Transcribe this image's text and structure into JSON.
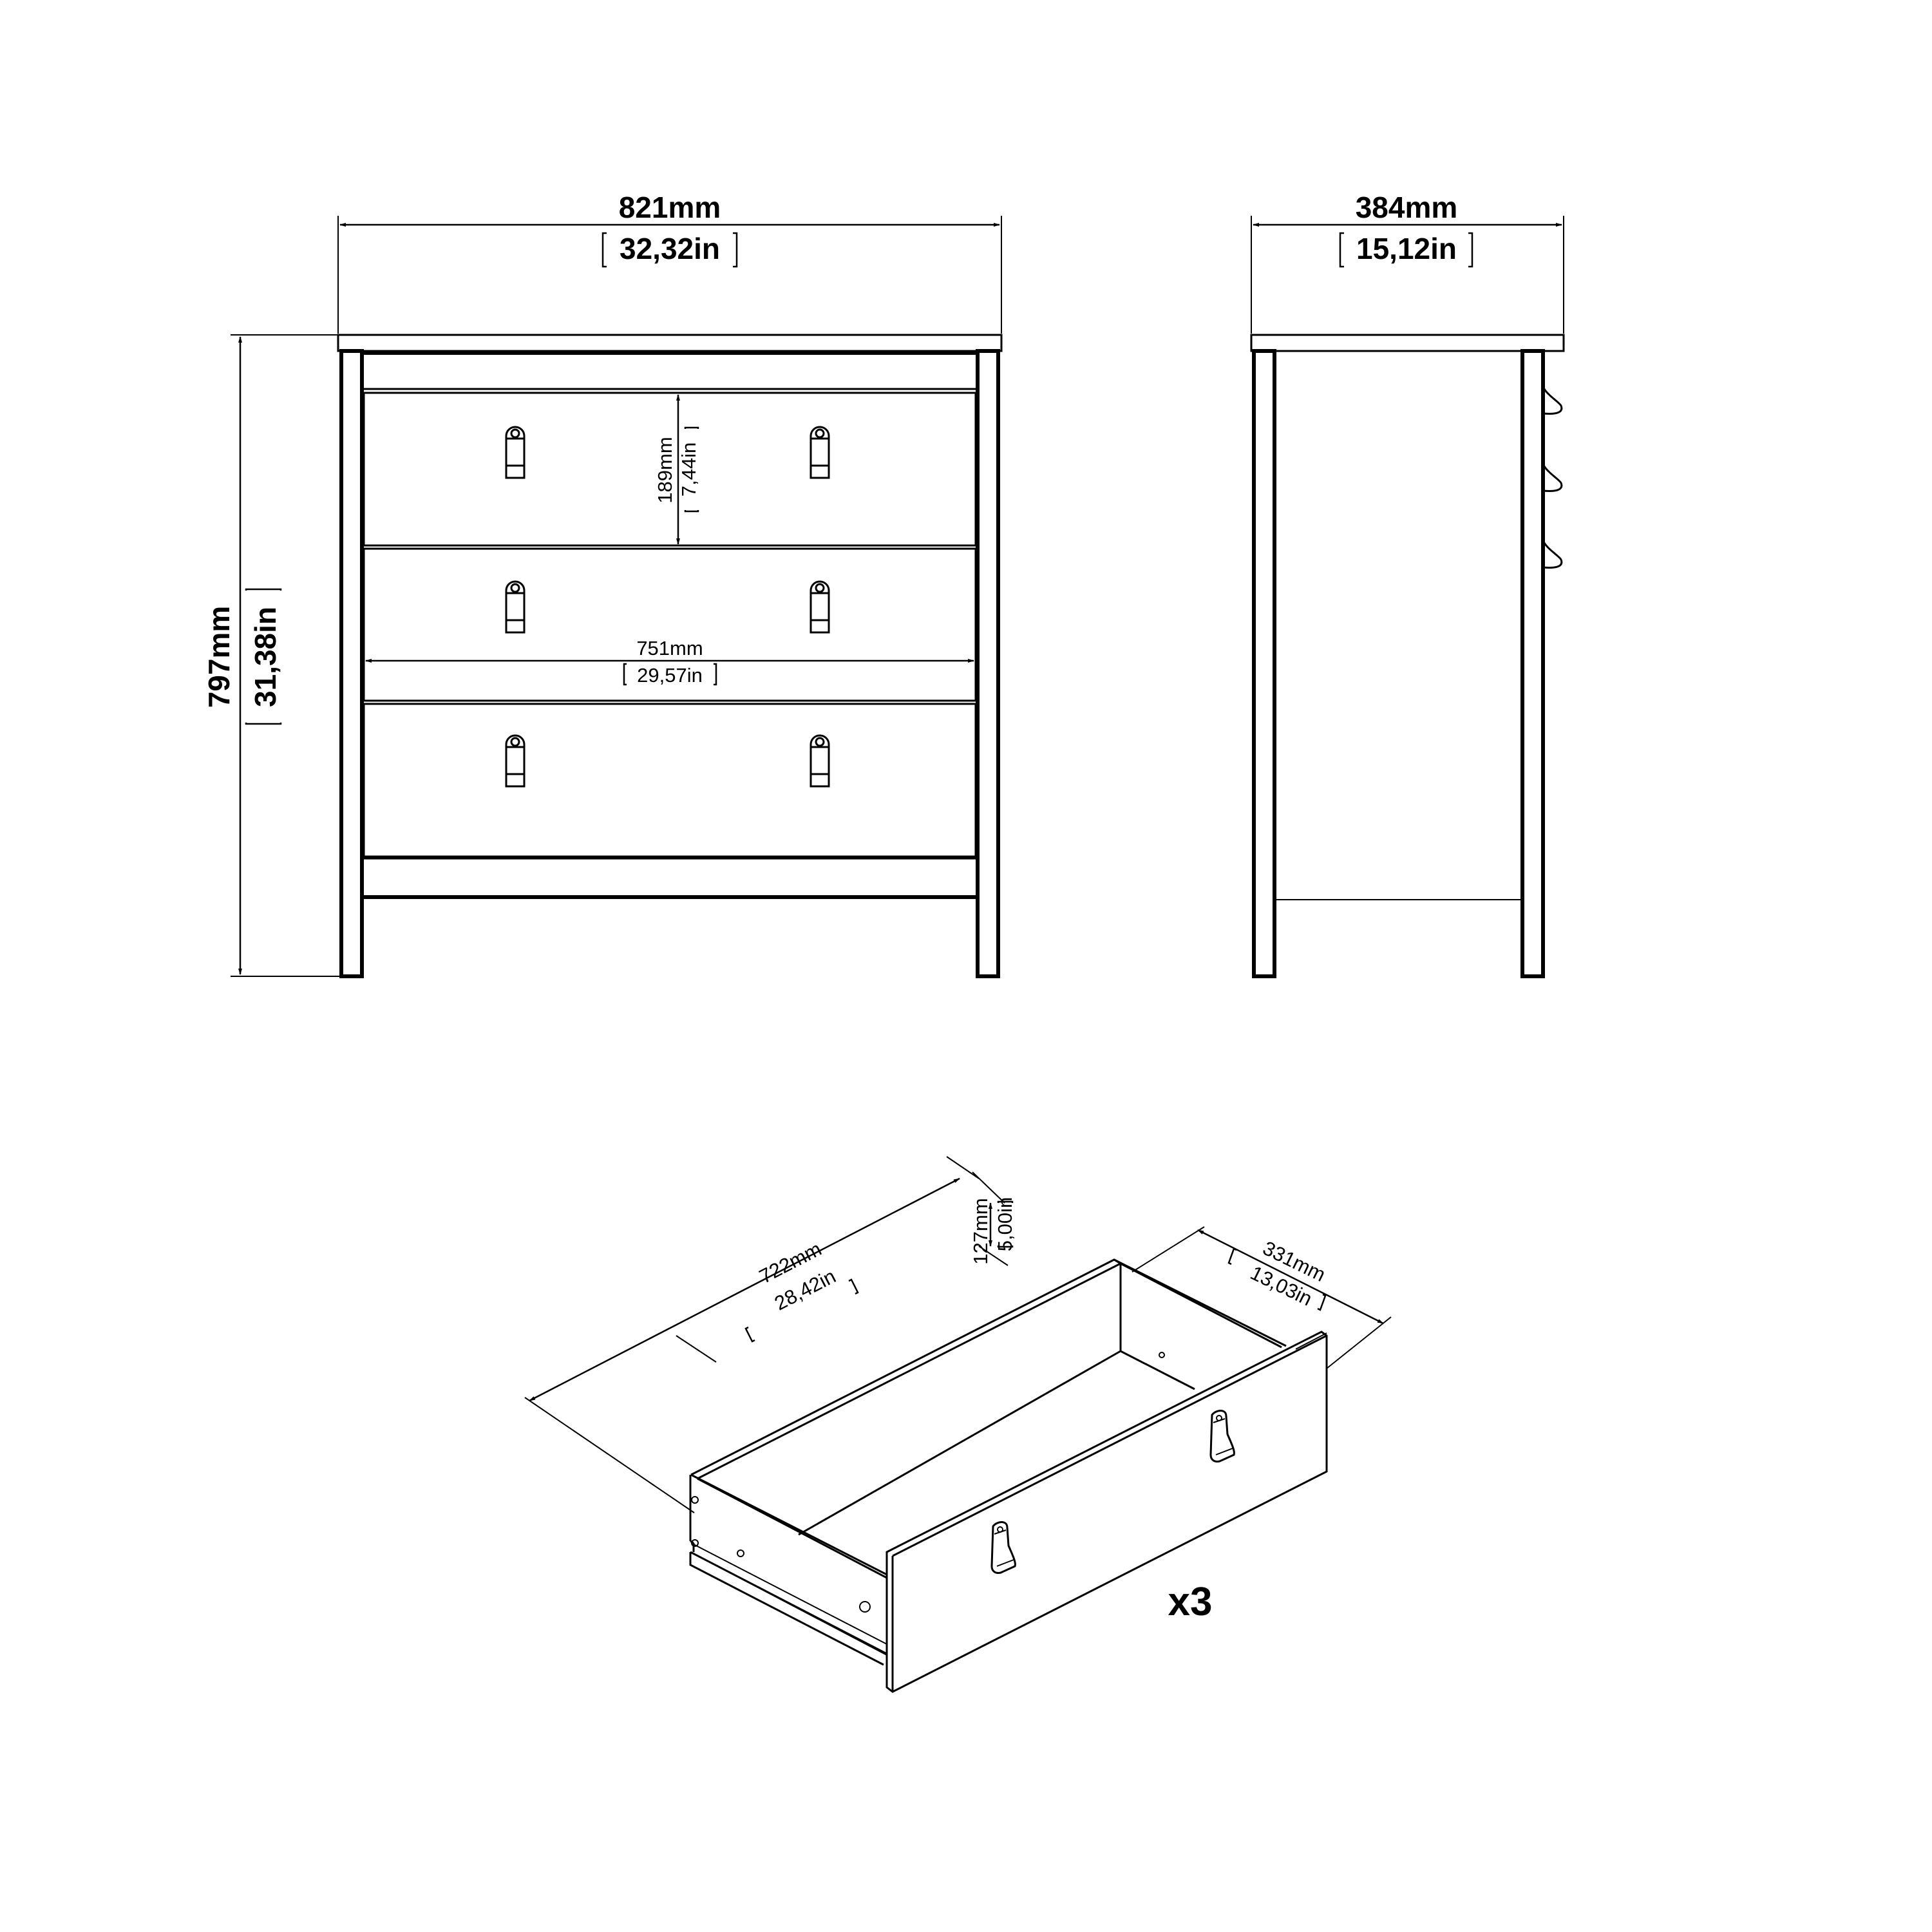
{
  "drawing": {
    "title": "3-drawer chest dimension drawing",
    "line_color": "#000000",
    "background": "#ffffff"
  },
  "front_view": {
    "width": {
      "mm": "821mm",
      "in": "32,32in"
    },
    "height": {
      "mm": "797mm",
      "in": "31,38in"
    },
    "drawer_front_height": {
      "mm": "189mm",
      "in": "7,44in"
    },
    "inner_width": {
      "mm": "751mm",
      "in": "29,57in"
    },
    "drawer_count": 3,
    "handles_per_drawer": 2
  },
  "side_view": {
    "depth": {
      "mm": "384mm",
      "in": "15,12in"
    },
    "handle_count": 3
  },
  "drawer_view": {
    "length": {
      "mm": "722mm",
      "in": "28,42in"
    },
    "height": {
      "mm": "127mm",
      "in": "5,00in"
    },
    "depth": {
      "mm": "331mm",
      "in": "13,03in"
    },
    "quantity": "x3"
  }
}
